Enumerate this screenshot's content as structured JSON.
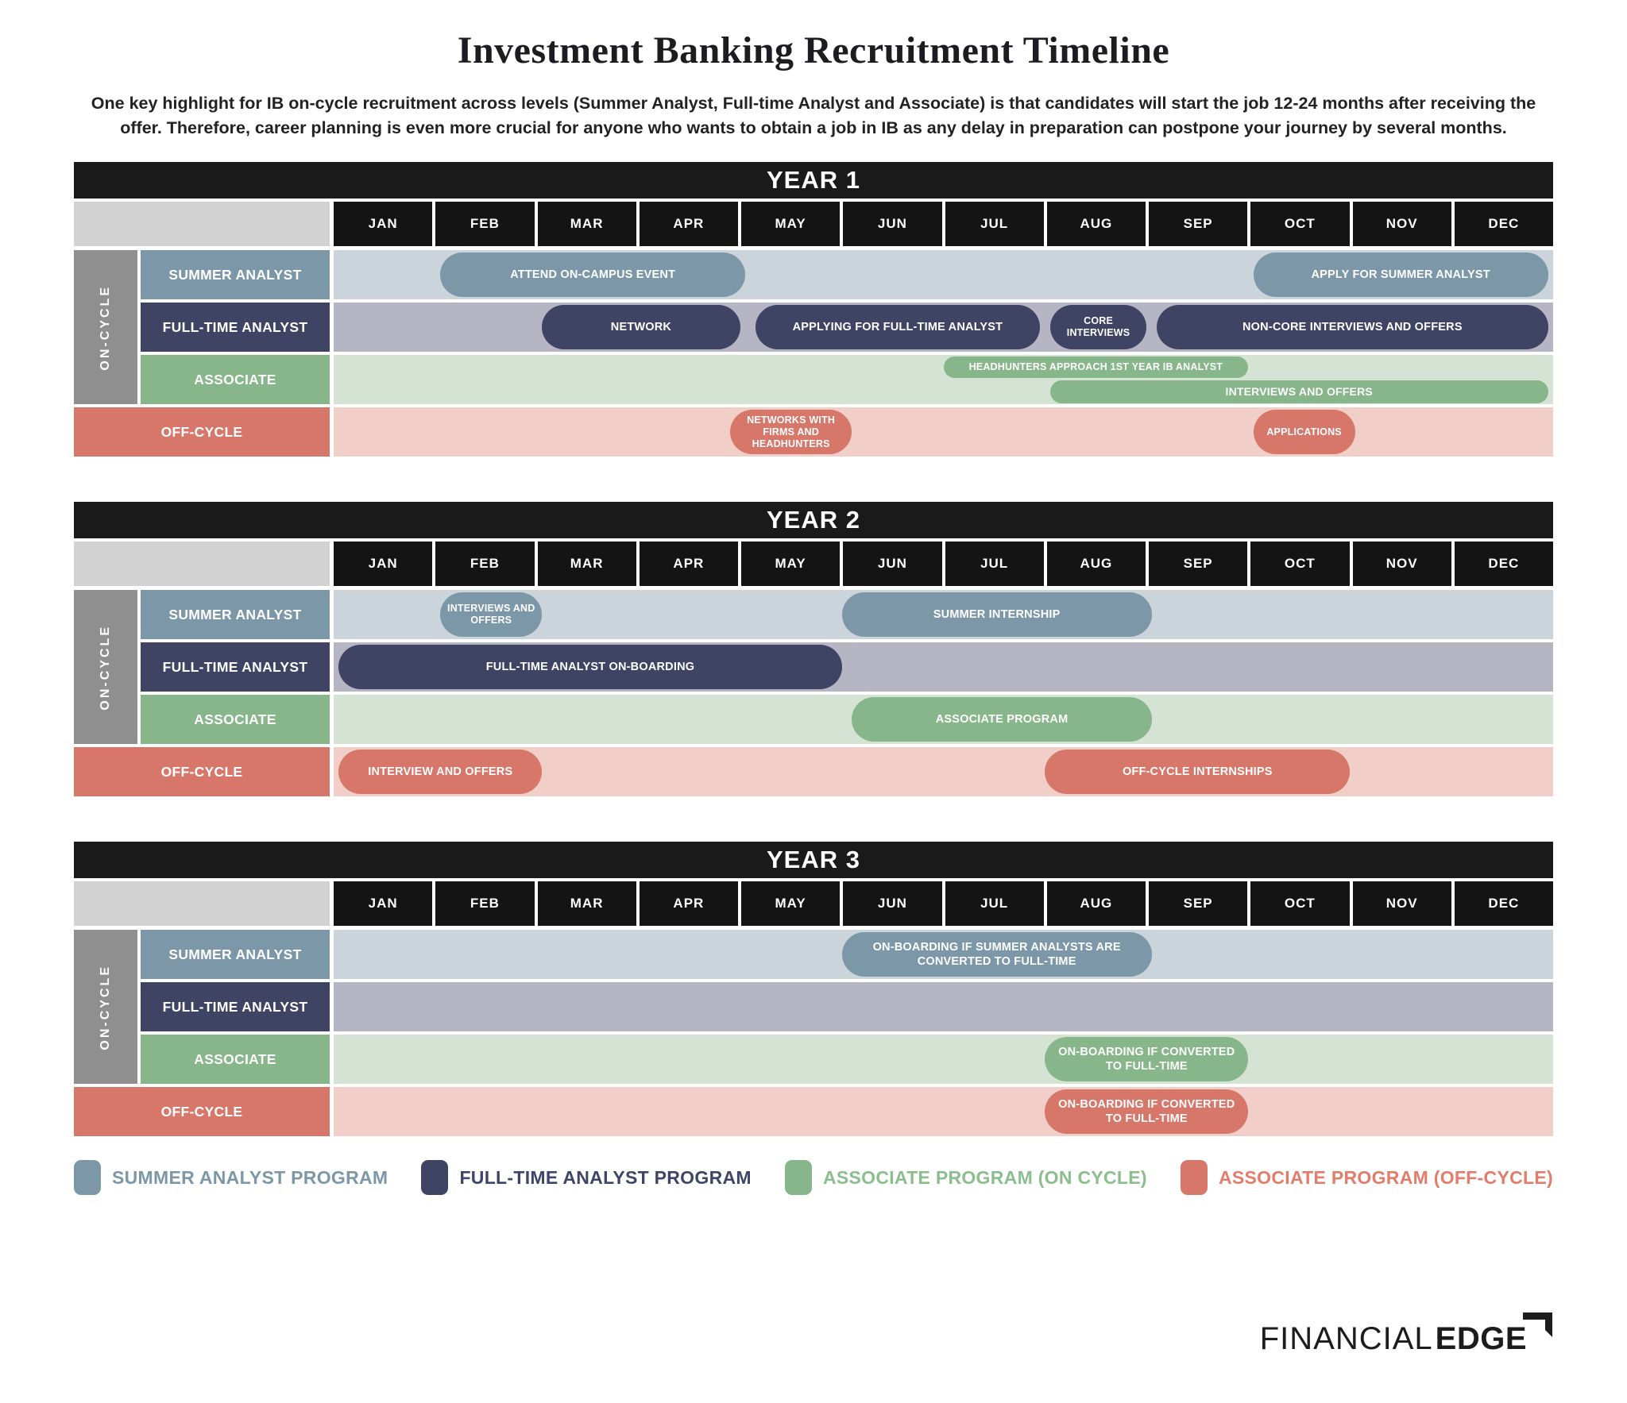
{
  "page": {
    "title": "Investment Banking Recruitment Timeline",
    "intro": "One key highlight for IB on-cycle recruitment across levels (Summer Analyst, Full-time Analyst and Associate) is that candidates will start the job 12-24 months after receiving the offer. Therefore, career planning is even more crucial for anyone who wants to obtain a job in IB as any delay in preparation can postpone your journey by several months.",
    "logo": {
      "thin": "FINANCIAL",
      "bold": "EDGE"
    }
  },
  "colors": {
    "header_black": "#1a1a1a",
    "month_black": "#141414",
    "corner_gray": "#d2d2d2",
    "strip_gray": "#8f8f8f",
    "summer": {
      "solid": "#7C97A8",
      "light": "#CCD4DB"
    },
    "fulltime": {
      "solid": "#3F4364",
      "light": "#B6B5C4"
    },
    "associate": {
      "solid": "#86B689",
      "light": "#D5E3D4"
    },
    "offcycle": {
      "solid": "#D6776A",
      "light": "#F1CFC8"
    }
  },
  "chart_data": {
    "type": "gantt-timeline",
    "months": [
      "JAN",
      "FEB",
      "MAR",
      "APR",
      "MAY",
      "JUN",
      "JUL",
      "AUG",
      "SEP",
      "OCT",
      "NOV",
      "DEC"
    ],
    "on_cycle_label": "ON-CYCLE",
    "years": [
      {
        "title": "YEAR 1",
        "rows": [
          {
            "label": "SUMMER ANALYST",
            "group": "on-cycle",
            "color_key": "summer",
            "bars": [
              {
                "text": "ATTEND ON-CAMPUS EVENT",
                "start": 1.05,
                "end": 4.05
              },
              {
                "text": "APPLY FOR SUMMER ANALYST",
                "start": 9.05,
                "end": 11.95
              }
            ]
          },
          {
            "label": "FULL-TIME ANALYST",
            "group": "on-cycle",
            "color_key": "fulltime",
            "bars": [
              {
                "text": "NETWORK",
                "start": 2.05,
                "end": 4.0
              },
              {
                "text": "APPLYING FOR FULL-TIME ANALYST",
                "start": 4.15,
                "end": 6.95
              },
              {
                "text": "CORE INTERVIEWS",
                "start": 7.05,
                "end": 8.0
              },
              {
                "text": "NON-CORE INTERVIEWS AND OFFERS",
                "start": 8.1,
                "end": 11.95
              }
            ]
          },
          {
            "label": "ASSOCIATE",
            "group": "on-cycle",
            "color_key": "associate",
            "bars": [
              {
                "text": "HEADHUNTERS APPROACH 1ST YEAR IB ANALYST",
                "start": 6.0,
                "end": 9.0,
                "lane": "top"
              },
              {
                "text": "INTERVIEWS AND OFFERS",
                "start": 7.05,
                "end": 11.95,
                "lane": "bottom"
              }
            ]
          },
          {
            "label": "OFF-CYCLE",
            "group": "off-cycle",
            "color_key": "offcycle",
            "bars": [
              {
                "text": "NETWORKS WITH FIRMS AND HEADHUNTERS",
                "start": 3.9,
                "end": 5.1
              },
              {
                "text": "APPLICATIONS",
                "start": 9.05,
                "end": 10.05
              }
            ]
          }
        ]
      },
      {
        "title": "YEAR 2",
        "rows": [
          {
            "label": "SUMMER ANALYST",
            "group": "on-cycle",
            "color_key": "summer",
            "bars": [
              {
                "text": "INTERVIEWS AND OFFERS",
                "start": 1.05,
                "end": 2.05
              },
              {
                "text": "SUMMER INTERNSHIP",
                "start": 5.0,
                "end": 8.05
              }
            ]
          },
          {
            "label": "FULL-TIME ANALYST",
            "group": "on-cycle",
            "color_key": "fulltime",
            "bars": [
              {
                "text": "FULL-TIME ANALYST ON-BOARDING",
                "start": 0.05,
                "end": 5.0
              }
            ]
          },
          {
            "label": "ASSOCIATE",
            "group": "on-cycle",
            "color_key": "associate",
            "bars": [
              {
                "text": "ASSOCIATE PROGRAM",
                "start": 5.1,
                "end": 8.05
              }
            ]
          },
          {
            "label": "OFF-CYCLE",
            "group": "off-cycle",
            "color_key": "offcycle",
            "bars": [
              {
                "text": "INTERVIEW AND OFFERS",
                "start": 0.05,
                "end": 2.05
              },
              {
                "text": "OFF-CYCLE INTERNSHIPS",
                "start": 7.0,
                "end": 10.0
              }
            ]
          }
        ]
      },
      {
        "title": "YEAR 3",
        "rows": [
          {
            "label": "SUMMER ANALYST",
            "group": "on-cycle",
            "color_key": "summer",
            "bars": [
              {
                "text": "ON-BOARDING IF SUMMER ANALYSTS ARE CONVERTED TO FULL-TIME",
                "start": 5.0,
                "end": 8.05
              }
            ]
          },
          {
            "label": "FULL-TIME ANALYST",
            "group": "on-cycle",
            "color_key": "fulltime",
            "bars": []
          },
          {
            "label": "ASSOCIATE",
            "group": "on-cycle",
            "color_key": "associate",
            "bars": [
              {
                "text": "ON-BOARDING IF CONVERTED TO FULL-TIME",
                "start": 7.0,
                "end": 9.0
              }
            ]
          },
          {
            "label": "OFF-CYCLE",
            "group": "off-cycle",
            "color_key": "offcycle",
            "bars": [
              {
                "text": "ON-BOARDING IF CONVERTED TO FULL-TIME",
                "start": 7.0,
                "end": 9.0
              }
            ]
          }
        ]
      }
    ],
    "legend": [
      {
        "label": "SUMMER ANALYST PROGRAM",
        "color_key": "summer",
        "text_color": "#7C97A8"
      },
      {
        "label": "FULL-TIME ANALYST PROGRAM",
        "color_key": "fulltime",
        "text_color": "#3F4568"
      },
      {
        "label": "ASSOCIATE PROGRAM (ON CYCLE)",
        "color_key": "associate",
        "text_color": "#8ABE8D"
      },
      {
        "label": "ASSOCIATE PROGRAM (OFF-CYCLE)",
        "color_key": "offcycle",
        "text_color": "#E37C6A"
      }
    ]
  }
}
